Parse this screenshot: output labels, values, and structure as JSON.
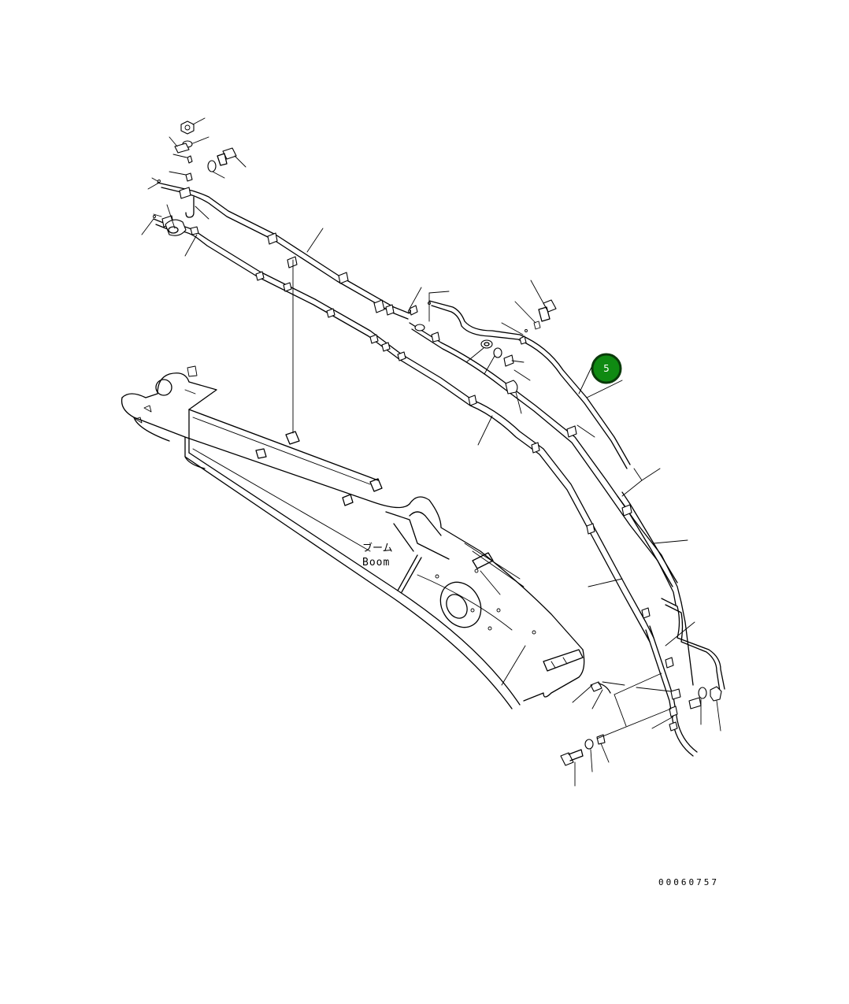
{
  "diagram": {
    "part_label_jp": "ブーム",
    "part_label_en": "Boom",
    "callout_number": "5",
    "drawing_number": "00060757",
    "colors": {
      "line": "#000000",
      "callout_fill": "#0f8a12",
      "callout_text": "#ffffff"
    }
  }
}
